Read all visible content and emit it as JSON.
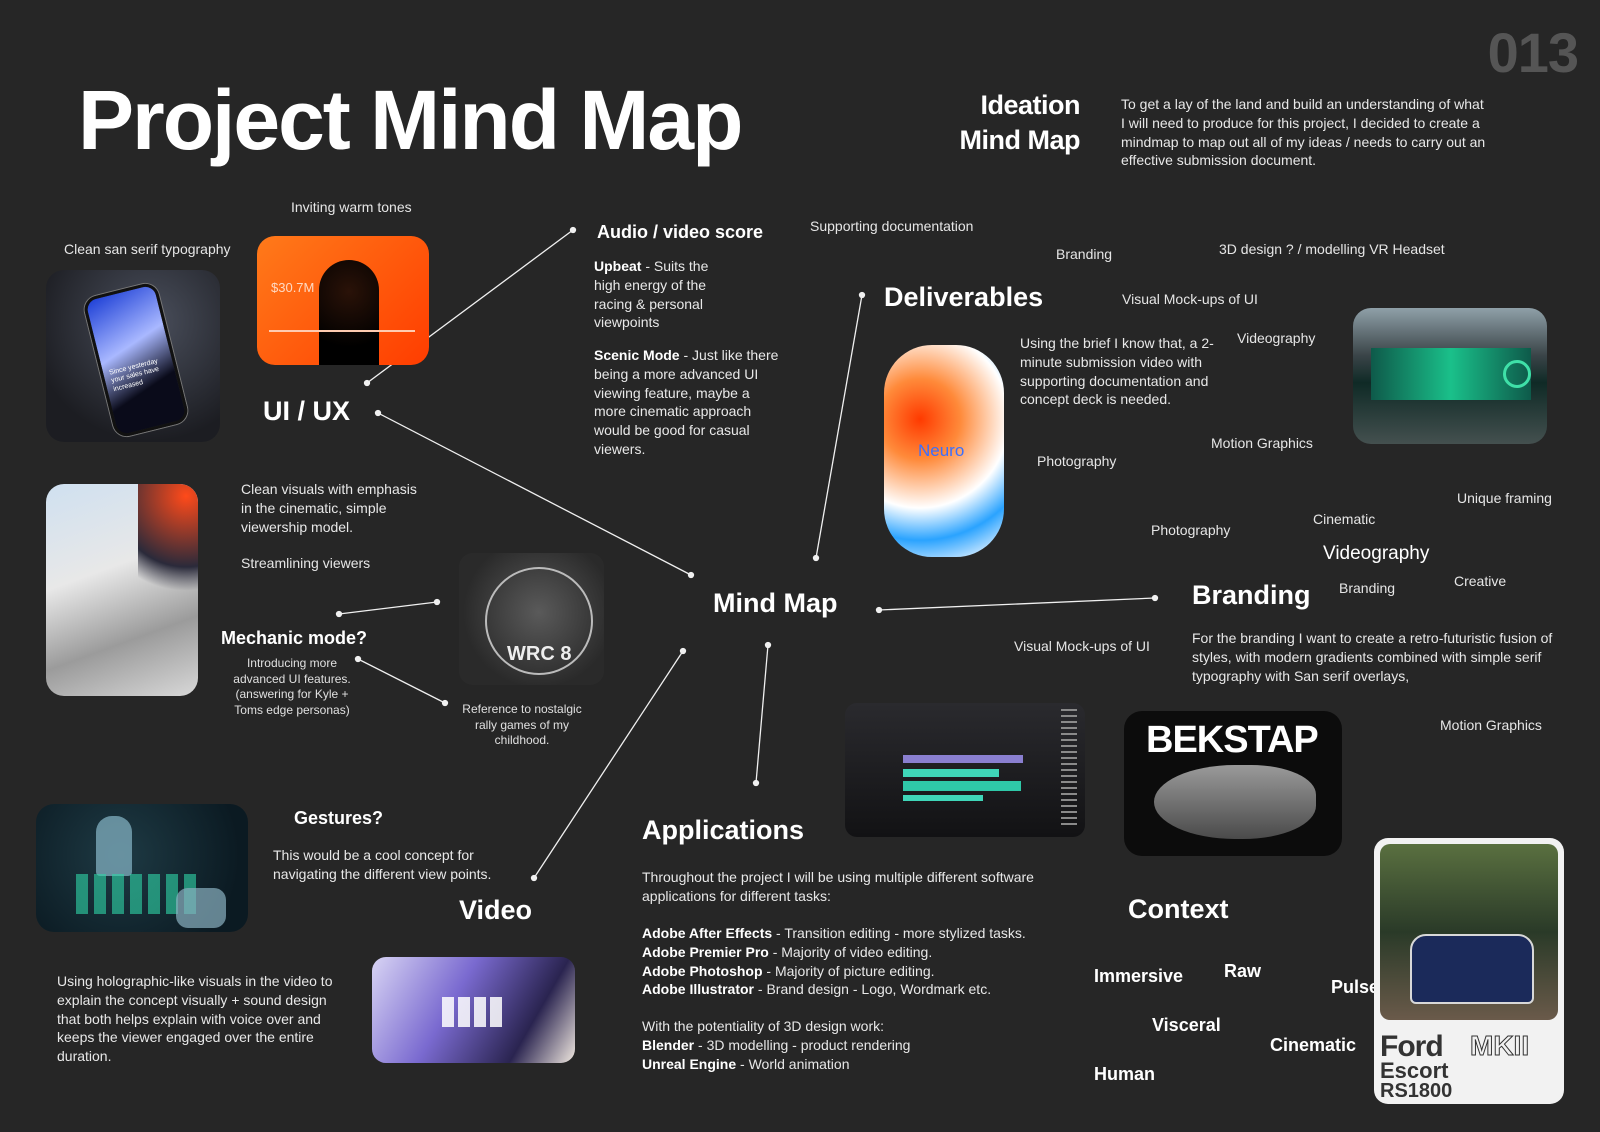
{
  "page_number": "013",
  "title": "Project Mind Map",
  "ideation": {
    "heading_line1": "Ideation",
    "heading_line2": "Mind Map",
    "text": "To get a lay of the land and build an understanding of what I will need to produce for this project, I decided to create a mindmap to map out all of my ideas / needs to carry out an effective submission document."
  },
  "center": "Mind Map",
  "ui_ux": {
    "heading": "UI / UX",
    "inviting": "Inviting warm tones",
    "clean_type": "Clean san serif typography",
    "clean_visuals": "Clean visuals with emphasis in the cinematic, simple viewership model.",
    "streamlining": "Streamlining viewers",
    "mechanic_heading": "Mechanic mode?",
    "mechanic_text": "Introducing more advanced UI features. (answering for Kyle + Toms edge personas)",
    "rally_ref": "Reference to nostalgic rally games of my childhood.",
    "phone_text": "Since yesterday your sales have increased",
    "dashboard_value": "$30.7M",
    "wrc_text": "WRC 8"
  },
  "audio": {
    "heading": "Audio / video score",
    "upbeat_label": "Upbeat",
    "upbeat_text": " - Suits the high energy of the racing & personal viewpoints",
    "scenic_label": "Scenic Mode",
    "scenic_text": " - Just like there being a more advanced UI viewing feature, maybe a more cinematic approach would be good for casual viewers."
  },
  "deliverables": {
    "heading": "Deliverables",
    "supporting": "Supporting documentation",
    "branding": "Branding",
    "design3d": "3D design ? / modelling VR Headset",
    "mockups": "Visual Mock-ups of UI",
    "brief": "Using the brief I know that, a 2-minute submission video with supporting documentation and concept deck is needed.",
    "videography": "Videography",
    "photography": "Photography",
    "motion": "Motion Graphics",
    "logo_text": "Neuro"
  },
  "branding": {
    "heading": "Branding",
    "unique": "Unique framing",
    "cinematic": "Cinematic",
    "photography": "Photography",
    "videography": "Videography",
    "branding": "Branding",
    "creative": "Creative",
    "mockups": "Visual Mock-ups of UI",
    "text": "For the branding I want to create a retro-futuristic fusion of styles, with modern gradients combined with simple serif typography with San serif overlays,",
    "motion": "Motion Graphics",
    "poster_title": "BEKSTAP"
  },
  "gestures": {
    "heading": "Gestures?",
    "text": "This would be a cool concept for navigating the different view points."
  },
  "video": {
    "heading": "Video",
    "text": "Using holographic-like visuals in the video to explain the concept visually + sound design that both helps explain with voice over and keeps the viewer engaged over the entire duration."
  },
  "applications": {
    "heading": "Applications",
    "intro": "Throughout the project I will be using multiple different software applications for different tasks:",
    "items": [
      {
        "name": "Adobe After Effects",
        "desc": " - Transition editing - more stylized tasks."
      },
      {
        "name": "Adobe Premier Pro",
        "desc": " - Majority of video editing."
      },
      {
        "name": "Adobe Photoshop",
        "desc": " - Majority of picture editing."
      },
      {
        "name": "Adobe Illustrator",
        "desc": " - Brand design - Logo, Wordmark etc."
      }
    ],
    "potential": "With the potentiality of 3D design work:",
    "items3d": [
      {
        "name": "Blender",
        "desc": " - 3D modelling - product rendering"
      },
      {
        "name": "Unreal Engine",
        "desc": " - World animation"
      }
    ]
  },
  "context": {
    "heading": "Context",
    "words": [
      "Immersive",
      "Raw",
      "Pulse Driven",
      "Visceral",
      "Cinematic",
      "Human"
    ],
    "poster_ford": "Ford",
    "poster_escort": "Escort",
    "poster_rs": "RS1800",
    "poster_mk": "MKII"
  },
  "colors": {
    "background": "#262626",
    "accent_orange": "#ff5a10",
    "accent_teal": "#2fd6a8"
  }
}
